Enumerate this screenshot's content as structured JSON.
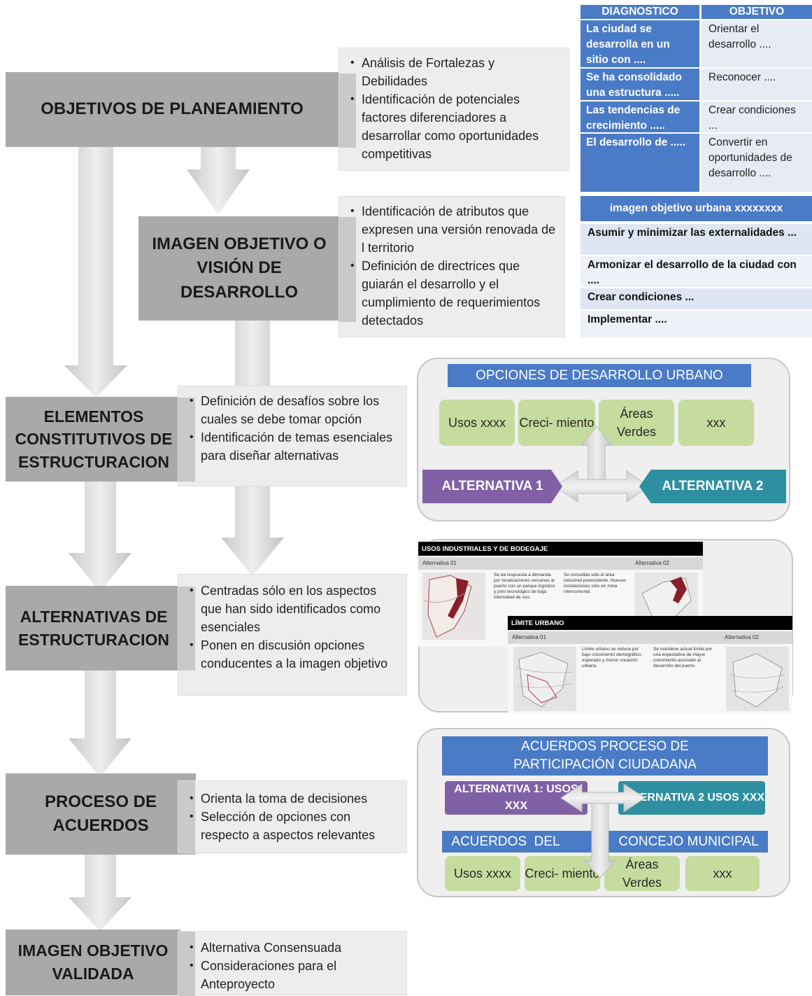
{
  "stages": [
    {
      "id": "objetivos",
      "label": "OBJETIVOS DE PLANEAMIENTO"
    },
    {
      "id": "imagen",
      "label": "IMAGEN OBJETIVO O VISIÓN DE DESARROLLO"
    },
    {
      "id": "elementos",
      "label": "ELEMENTOS CONSTITUTIVOS DE ESTRUCTURACION"
    },
    {
      "id": "alternativas",
      "label": "ALTERNATIVAS DE ESTRUCTURACION"
    },
    {
      "id": "proceso",
      "label": "PROCESO DE ACUERDOS"
    },
    {
      "id": "validada",
      "label": "IMAGEN OBJETIVO VALIDADA"
    }
  ],
  "notes": {
    "objetivos": [
      "Análisis de Fortalezas y Debilidades",
      "Identificación de potenciales factores diferenciadores  a desarrollar como oportunidades competitivas"
    ],
    "imagen": [
      "Identificación  de atributos que expresen  una  versión renovada  de l territorio",
      "Definición de directrices que guiarán el desarrollo  y  el cumplimiento  de requerimientos detectados"
    ],
    "elementos": [
      "Definición de  desafíos sobre los cuales se debe tomar opción",
      "Identificación de temas esenciales para diseñar alternativas"
    ],
    "alternativas": [
      "Centradas sólo en los aspectos que han sido identificados como esenciales",
      "Ponen en discusión  opciones conducentes a la imagen objetivo"
    ],
    "proceso": [
      "Orienta  la  toma de decisiones",
      "Selección de opciones con respecto a  aspectos relevantes"
    ],
    "validada": [
      "Alternativa Consensuada",
      "  Consideraciones para el Anteproyecto"
    ]
  },
  "table": {
    "headers": [
      "DIAGNOSTICO",
      "OBJETIVO"
    ],
    "rows": [
      [
        "La ciudad se desarrolla en un sitio con ....",
        "Orientar el desarrollo ...."
      ],
      [
        "Se ha consolidado una estructura .....",
        "Reconocer ...."
      ],
      [
        "Las tendencias de crecimiento .....",
        "Crear condiciones ..."
      ],
      [
        "El desarrollo de .....",
        "Convertir en oportunidades de desarrollo  ...."
      ]
    ]
  },
  "vision_list": {
    "title": "imagen objetivo urbana xxxxxxxx",
    "items": [
      "Asumir y minimizar las externalidades ...",
      "Armonizar el desarrollo de la ciudad con ....",
      "Crear condiciones ...",
      "Implementar ...."
    ]
  },
  "opciones_panel": {
    "title": "OPCIONES DE DESARROLLO URBANO",
    "options": [
      "Usos xxxx",
      "Creci- miento",
      "Áreas Verdes",
      "xxx"
    ],
    "alt1": "ALTERNATIVA 1",
    "alt2": "ALTERNATIVA 2"
  },
  "alternatives_panel": {
    "sheet1": {
      "title": "USOS INDUSTRIALES Y DE BODEGAJE",
      "alt1": "Alternativa 01",
      "alt2": "Alternativa 02",
      "text1": "Se da respuesta a demanda por localizaciones cercanas al puerto con un parque logístico y polo tecnológico de baja intensidad de uso.",
      "text2": "Se consolida sólo el área industrial preexistente. Nuevas instalaciones sólo en zona intercomunal."
    },
    "sheet2": {
      "title": "LÍMITE URBANO",
      "alt1": "Alternativa 01",
      "alt2": "Alternativa 02",
      "text1": "Límite urbano se reduce por bajo crecimiento demográfico esperado y menor vocación urbana.",
      "text2": "Se mantiene actual límite por una expectativa de mayor crecimiento asociado al desarrollo del puerto."
    }
  },
  "acuerdos_panel": {
    "title": "ACUERDOS PROCESO DE PARTICIPACIÓN CIUDADANA",
    "alt1": "ALTERNATIVA 1: USOS XXX",
    "alt2": "ALTERNATIVA 2 USOS XXX",
    "concejo": "ACUERDOS  DEL                CONCEJO MUNICIPAL",
    "options": [
      "Usos xxxx",
      "Creci- miento",
      "Áreas Verdes",
      "xxx"
    ]
  },
  "colors": {
    "stage_gray": "#a9a9a9",
    "note_bg": "#ededed",
    "table_blue": "#4a7bc6",
    "option_green": "#c5dc9e",
    "alt_purple": "#8061a6",
    "alt_teal": "#2e8fa0"
  }
}
